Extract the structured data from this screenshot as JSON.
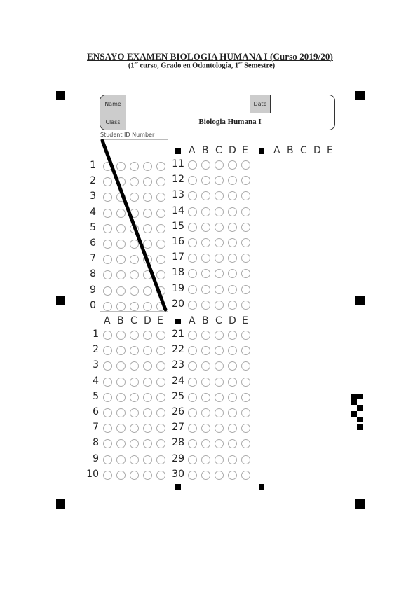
{
  "header": {
    "title": "ENSAYO EXAMEN BIOLOGIA HUMANA I (Curso 2019/20)",
    "subtitle_pre": "(1",
    "subtitle_sup1": "er",
    "subtitle_mid": " curso, Grado en Odontología, 1",
    "subtitle_sup2": "er",
    "subtitle_post": " Semestre)"
  },
  "info_box": {
    "name_label": "Name",
    "date_label": "Date",
    "class_label": "Class",
    "class_value": "Biologia Humana I"
  },
  "student_id": {
    "label": "Student ID Number",
    "digits": [
      "1",
      "2",
      "3",
      "4",
      "5",
      "6",
      "7",
      "8",
      "9",
      "0"
    ]
  },
  "answer_options": [
    "A",
    "B",
    "C",
    "D",
    "E"
  ],
  "questions": {
    "block1": [
      "1",
      "2",
      "3",
      "4",
      "5",
      "6",
      "7",
      "8",
      "9",
      "10"
    ],
    "block2": [
      "11",
      "12",
      "13",
      "14",
      "15",
      "16",
      "17",
      "18",
      "19",
      "20"
    ],
    "block3": [
      "21",
      "22",
      "23",
      "24",
      "25",
      "26",
      "27",
      "28",
      "29",
      "30"
    ]
  }
}
